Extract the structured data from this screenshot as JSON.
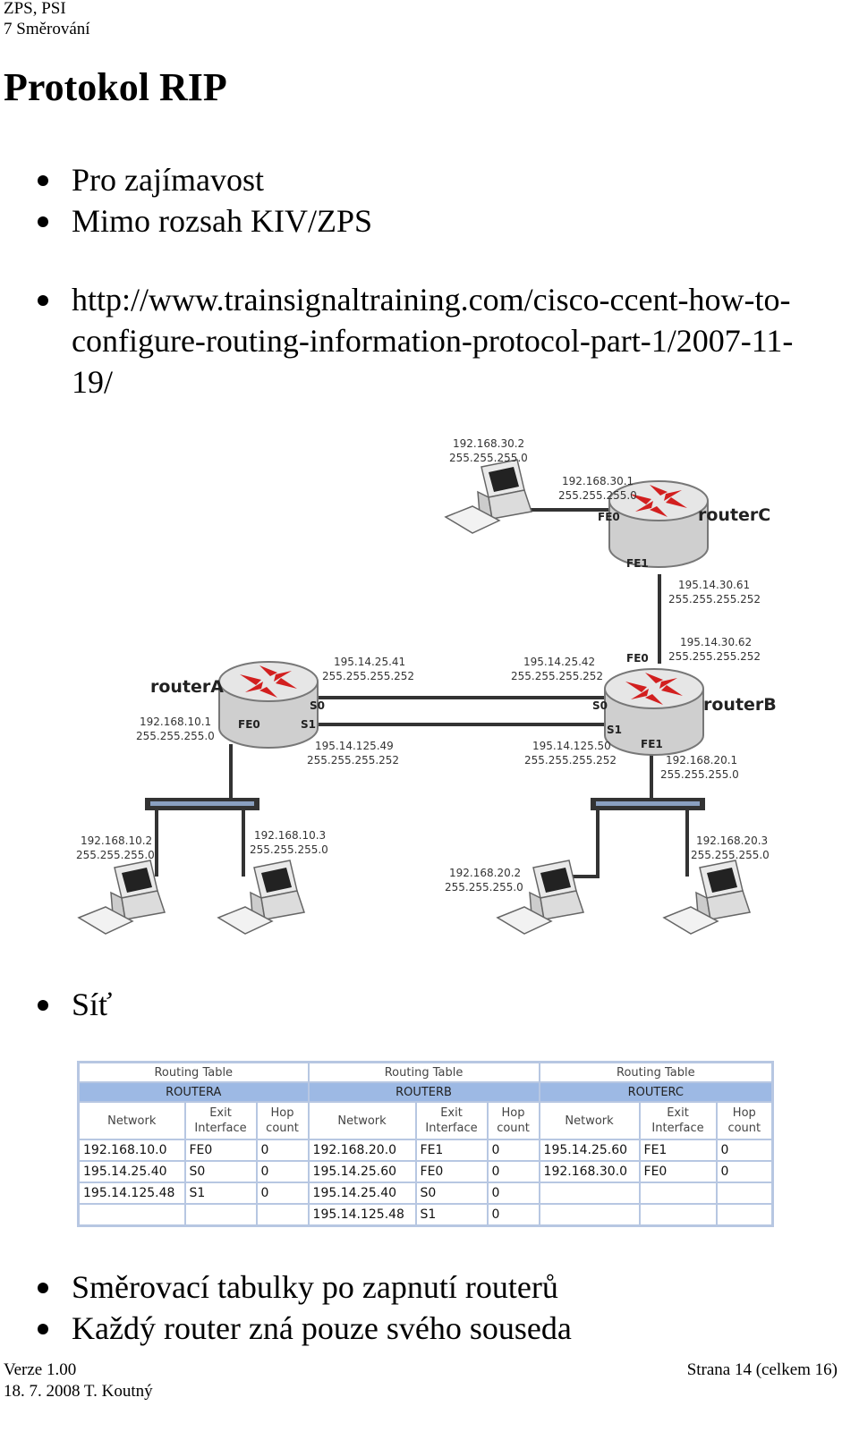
{
  "header": {
    "course": "ZPS, PSI",
    "chapter": "7 Směrování"
  },
  "title": "Protokol RIP",
  "bullets_top": [
    "Pro zajímavost",
    "Mimo rozsah KIV/ZPS"
  ],
  "bullet_link": [
    "http://www.trainsignaltraining.com/cisco-ccent-how-to-",
    "configure-routing-information-protocol-part-1/2007-11-",
    "19/"
  ],
  "diagram": {
    "routerA": {
      "name": "routerA",
      "if_fe0": "FE0",
      "if_s0": "S0",
      "if_s1": "S1",
      "lan_ip": "192.168.10.1",
      "lan_mask": "255.255.255.0",
      "s0_ip": "195.14.25.41",
      "s0_mask": "255.255.255.252",
      "s1_ip": "195.14.125.49",
      "s1_mask": "255.255.255.252"
    },
    "routerB": {
      "name": "routerB",
      "if_fe0": "FE0",
      "if_fe1": "FE1",
      "if_s0": "S0",
      "if_s1": "S1",
      "s0_ip": "195.14.25.42",
      "s0_mask": "255.255.255.252",
      "s1_ip": "195.14.125.50",
      "s1_mask": "255.255.255.252",
      "fe0_ip": "195.14.30.62",
      "fe0_mask": "255.255.255.252",
      "lan_ip": "192.168.20.1",
      "lan_mask": "255.255.255.0"
    },
    "routerC": {
      "name": "routerC",
      "if_fe0": "FE0",
      "if_fe1": "FE1",
      "lan_ip": "192.168.30.1",
      "lan_mask": "255.255.255.0",
      "fe1_ip": "195.14.30.61",
      "fe1_mask": "255.255.255.252"
    },
    "hosts": {
      "c": {
        "ip": "192.168.30.2",
        "mask": "255.255.255.0"
      },
      "a1": {
        "ip": "192.168.10.2",
        "mask": "255.255.255.0"
      },
      "a2": {
        "ip": "192.168.10.3",
        "mask": "255.255.255.0"
      },
      "b1": {
        "ip": "192.168.20.2",
        "mask": "255.255.255.0"
      },
      "b2": {
        "ip": "192.168.20.3",
        "mask": "255.255.255.0"
      }
    }
  },
  "bullet_sit": "Síť",
  "routing_tables": {
    "caption": "Routing Table",
    "col_network": "Network",
    "col_exit": [
      "Exit",
      "Interface"
    ],
    "col_hop": [
      "Hop",
      "count"
    ],
    "tables": [
      {
        "name": "ROUTERA",
        "rows": [
          [
            "192.168.10.0",
            "FE0",
            "0"
          ],
          [
            "195.14.25.40",
            "S0",
            "0"
          ],
          [
            "195.14.125.48",
            "S1",
            "0"
          ],
          [
            "",
            "",
            ""
          ]
        ]
      },
      {
        "name": "ROUTERB",
        "rows": [
          [
            "192.168.20.0",
            "FE1",
            "0"
          ],
          [
            "195.14.25.60",
            "FE0",
            "0"
          ],
          [
            "195.14.25.40",
            "S0",
            "0"
          ],
          [
            "195.14.125.48",
            "S1",
            "0"
          ]
        ]
      },
      {
        "name": "ROUTERC",
        "rows": [
          [
            "195.14.25.60",
            "FE1",
            "0"
          ],
          [
            "192.168.30.0",
            "FE0",
            "0"
          ],
          [
            "",
            "",
            ""
          ],
          [
            "",
            "",
            ""
          ]
        ]
      }
    ]
  },
  "bullets_bottom": [
    "Směrovací tabulky po zapnutí routerů",
    "Každý router zná pouze svého souseda"
  ],
  "footer": {
    "version": "Verze 1.00",
    "date_author": "18. 7. 2008 T. Koutný",
    "page": "Strana 14 (celkem 16)"
  },
  "colors": {
    "router_arrows": "#d21f1f",
    "router_body": "#d4d4d4",
    "table_border": "#b7c7e2",
    "table_header": "#9db9e4"
  }
}
